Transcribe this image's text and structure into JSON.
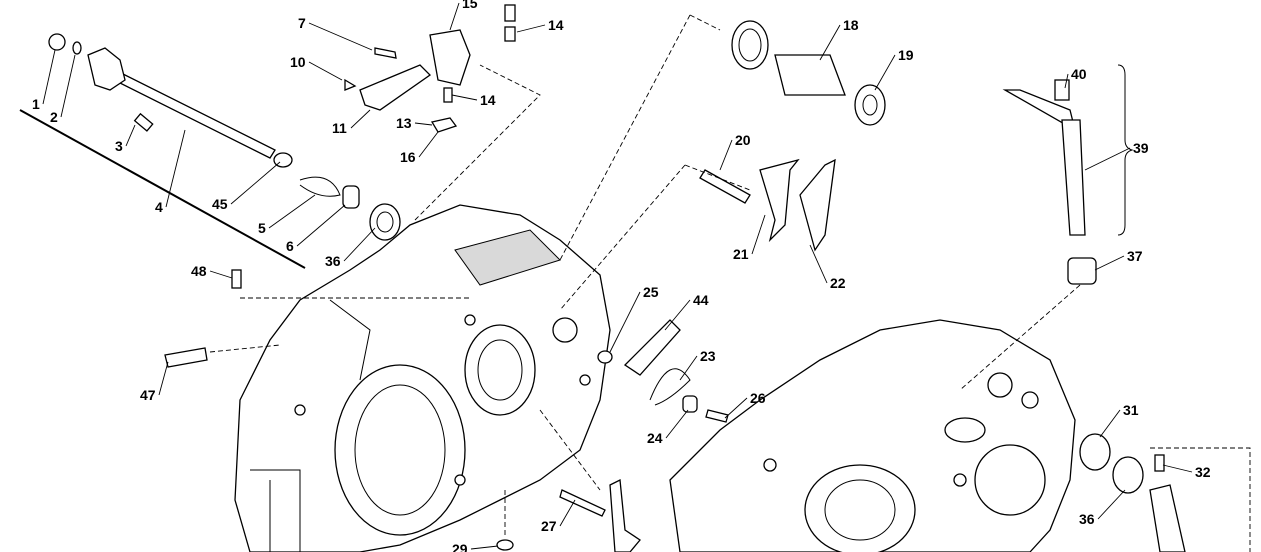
{
  "diagram": {
    "title": "Crankcase exploded parts diagram",
    "callouts": [
      "1",
      "2",
      "3",
      "4",
      "45",
      "5",
      "6",
      "36",
      "48",
      "47",
      "7",
      "10",
      "11",
      "13",
      "16",
      "14",
      "14",
      "15",
      "18",
      "19",
      "40",
      "39",
      "20",
      "21",
      "22",
      "37",
      "25",
      "44",
      "23",
      "26",
      "24",
      "31",
      "32",
      "36",
      "27",
      "29"
    ]
  }
}
